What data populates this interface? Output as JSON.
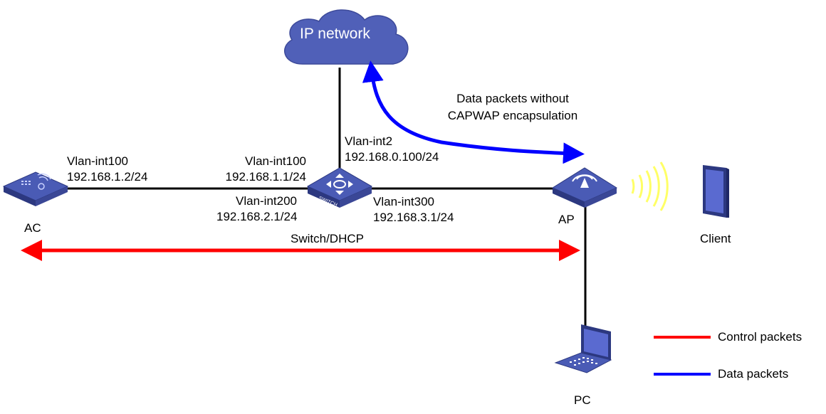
{
  "cloud": {
    "label": "IP network"
  },
  "devices": {
    "ac": {
      "label": "AC",
      "icon": "wireless-controller-icon"
    },
    "switch": {
      "label": "Switch/DHCP",
      "icon": "l3-switch-icon",
      "badge": "SWITCH"
    },
    "ap": {
      "label": "AP",
      "icon": "access-point-icon"
    },
    "client": {
      "label": "Client",
      "icon": "mobile-client-icon"
    },
    "pc": {
      "label": "PC",
      "icon": "laptop-icon"
    }
  },
  "interfaces": {
    "ac_if": {
      "name": "Vlan-int100",
      "ip": "192.168.1.2/24"
    },
    "sw_if100": {
      "name": "Vlan-int100",
      "ip": "192.168.1.1/24"
    },
    "sw_if200": {
      "name": "Vlan-int200",
      "ip": "192.168.2.1/24"
    },
    "sw_if2": {
      "name": "Vlan-int2",
      "ip": "192.168.0.100/24"
    },
    "sw_if300": {
      "name": "Vlan-int300",
      "ip": "192.168.3.1/24"
    }
  },
  "annotation": {
    "line1": "Data packets without",
    "line2": "CAPWAP encapsulation"
  },
  "legend": [
    {
      "label": "Control packets",
      "color": "#ff0000"
    },
    {
      "label": "Data packets",
      "color": "#0000ff"
    }
  ],
  "colors": {
    "device_top": "#4a5bb5",
    "device_side": "#2c3880",
    "cloud": "#5060b8",
    "control": "#ff0000",
    "data": "#0000ff",
    "wireless": "#ffff66"
  }
}
